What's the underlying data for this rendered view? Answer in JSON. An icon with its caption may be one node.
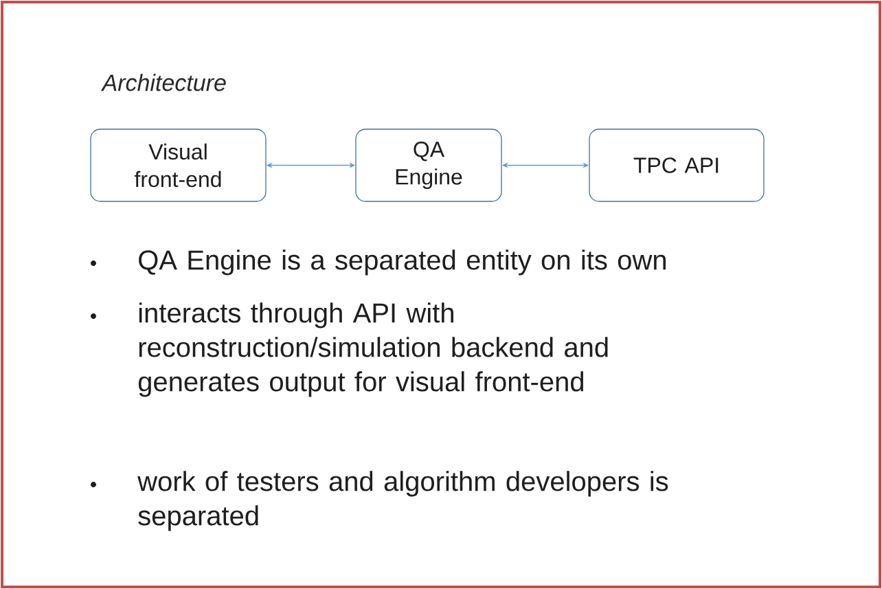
{
  "diagram": {
    "title": "Architecture",
    "nodes": [
      {
        "text": [
          "Visual front-end"
        ]
      },
      {
        "text": [
          "QA Engine"
        ]
      },
      {
        "text": [
          "TPC API"
        ]
      }
    ],
    "edges": [
      {
        "from": 0,
        "to": 1,
        "arrow": "both"
      },
      {
        "from": 1,
        "to": 2,
        "arrow": "both"
      }
    ],
    "labels": [
      "QA Engine is a separated entity on its own",
      "interacts through API with reconstruction/simulation backend and generates output for visual front-end",
      "work of testers and algorithm developers is separated"
    ]
  }
}
